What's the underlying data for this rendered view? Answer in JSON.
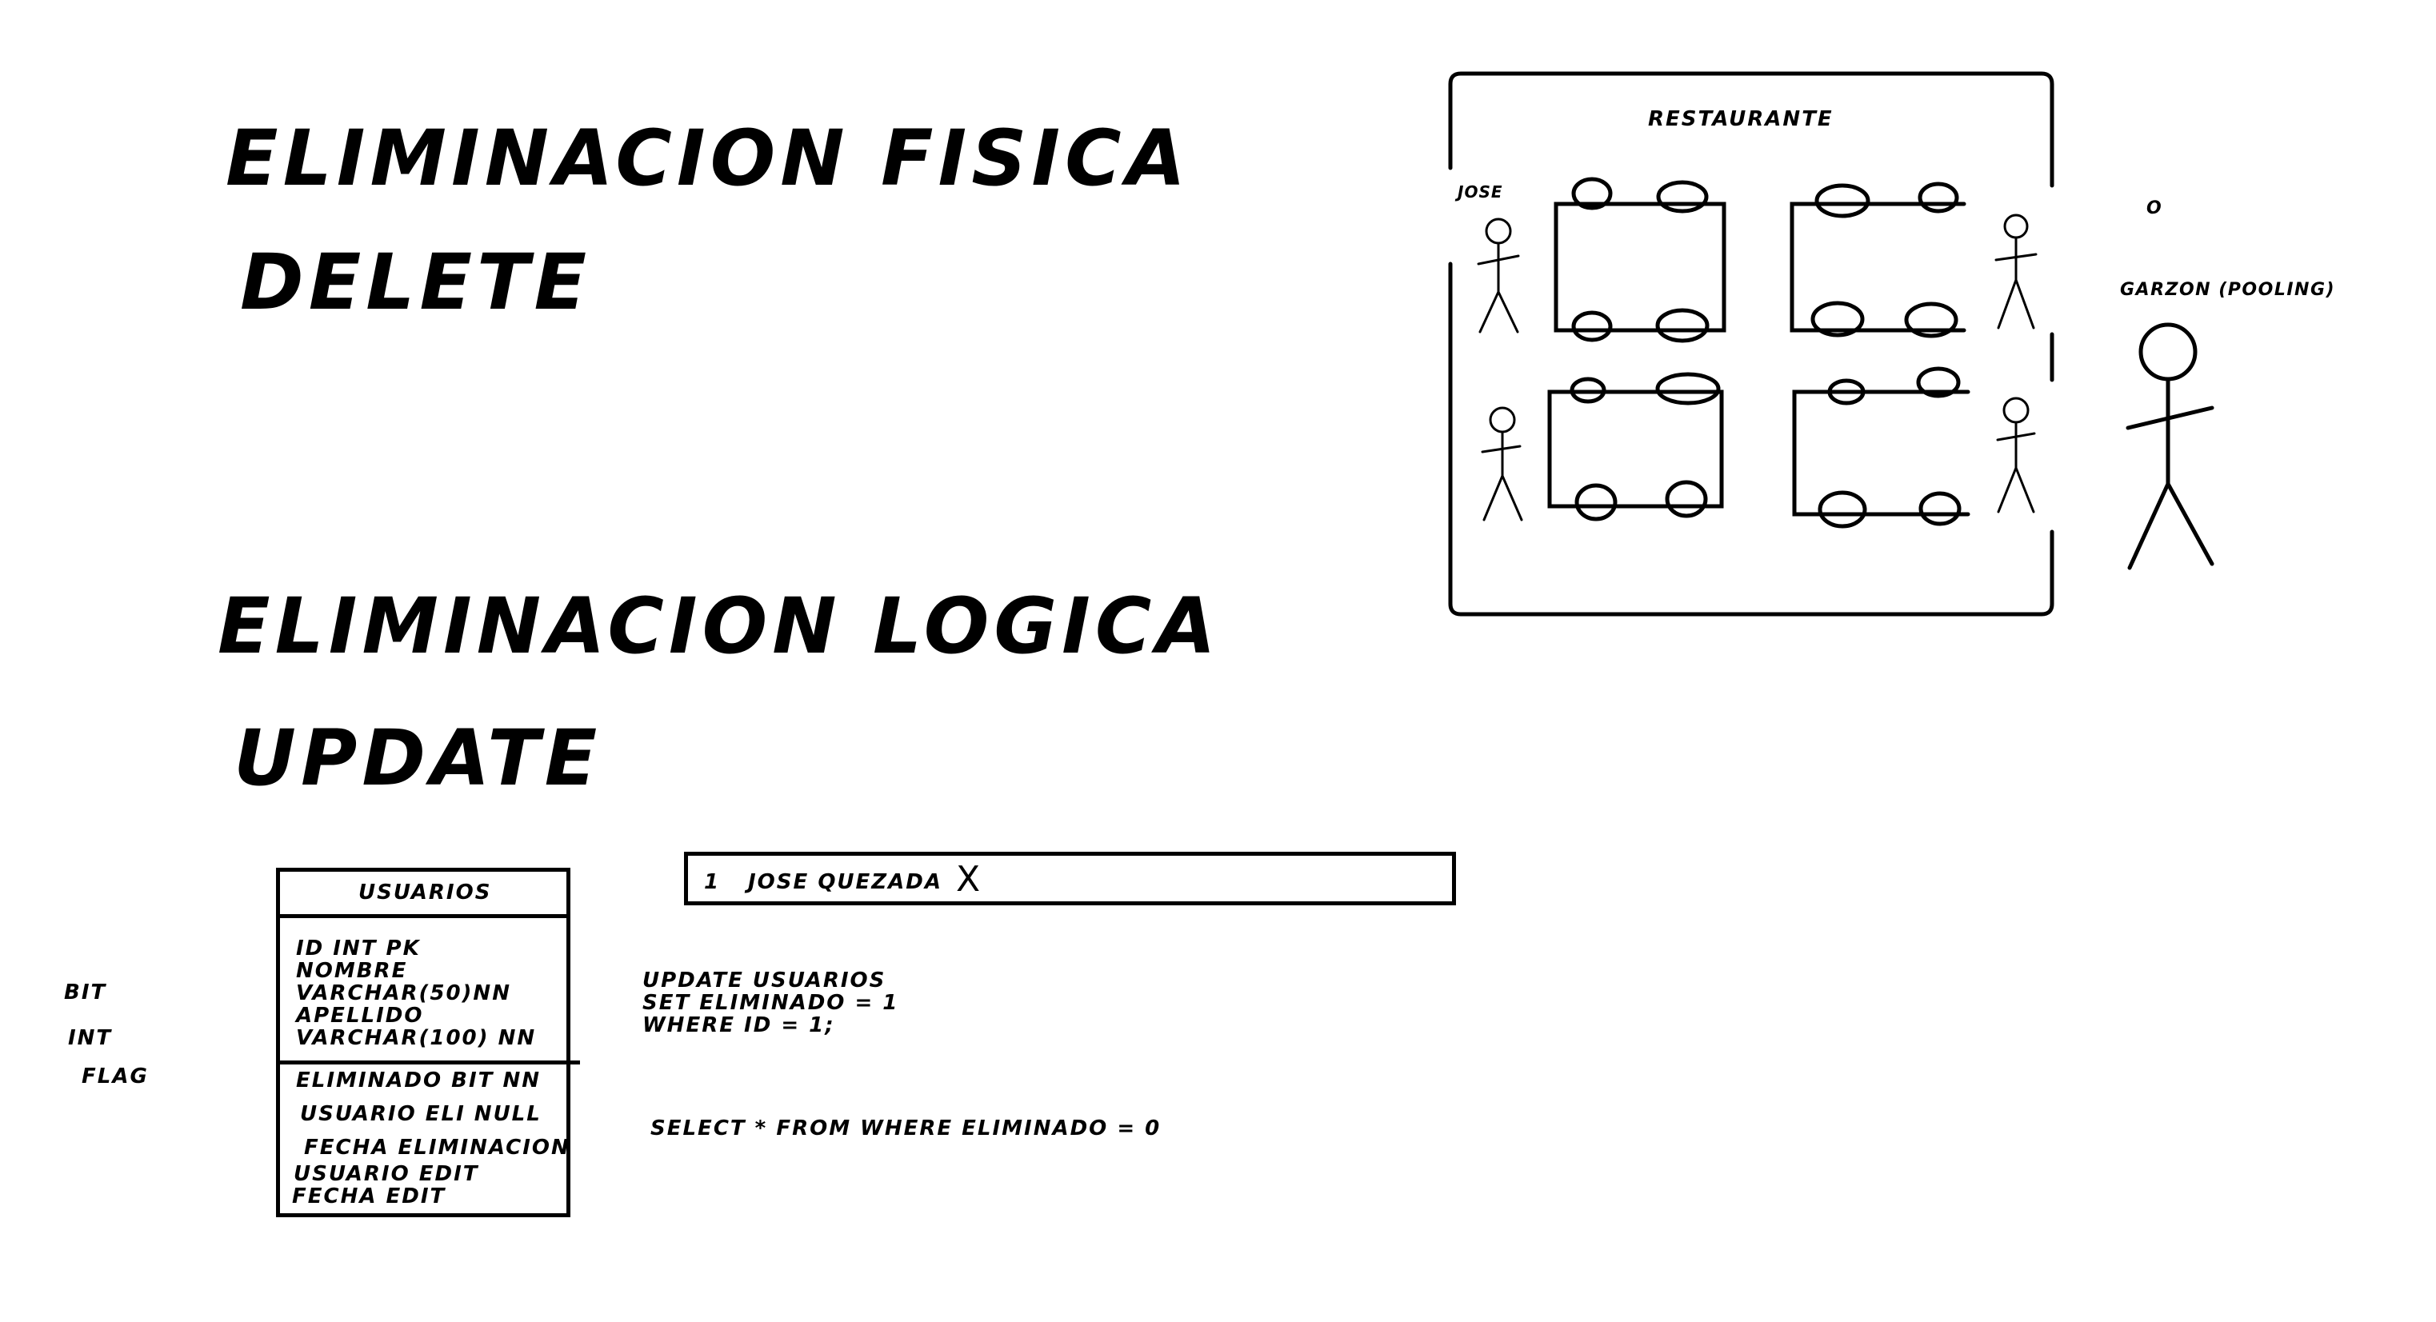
{
  "headings": {
    "physical_delete": "ELIMINACION FISICA",
    "delete_cmd": "DELETE",
    "logical_delete": "ELIMINACION LOGICA",
    "update_cmd": "UPDATE"
  },
  "restaurant": {
    "title": "RESTAURANTE",
    "client_label": "JOSE",
    "waiter_label": "GARZON (POOLING)",
    "small_mark": "O"
  },
  "side_labels": [
    "BIT",
    "INT",
    "FLAG"
  ],
  "table_usuarios": {
    "title": "USUARIOS",
    "fields_top": [
      "ID INT PK",
      "NOMBRE",
      "VARCHAR(50)NN",
      "APELLIDO",
      "VARCHAR(100) NN"
    ],
    "fields_bottom": [
      "ELIMINADO BIT NN",
      "USUARIO ELI NULL",
      "FECHA ELIMINACION",
      "USUARIO EDIT",
      "FECHA EDIT"
    ]
  },
  "record_row": {
    "id": "1",
    "name": "JOSE QUEZADA",
    "mark": "X"
  },
  "sql": {
    "update_lines": [
      "UPDATE USUARIOS",
      "SET ELIMINADO = 1",
      "WHERE ID = 1;"
    ],
    "select_line": "SELECT * FROM WHERE ELIMINADO = 0"
  },
  "colors": {
    "ink": "#000000",
    "paper": "#ffffff"
  }
}
